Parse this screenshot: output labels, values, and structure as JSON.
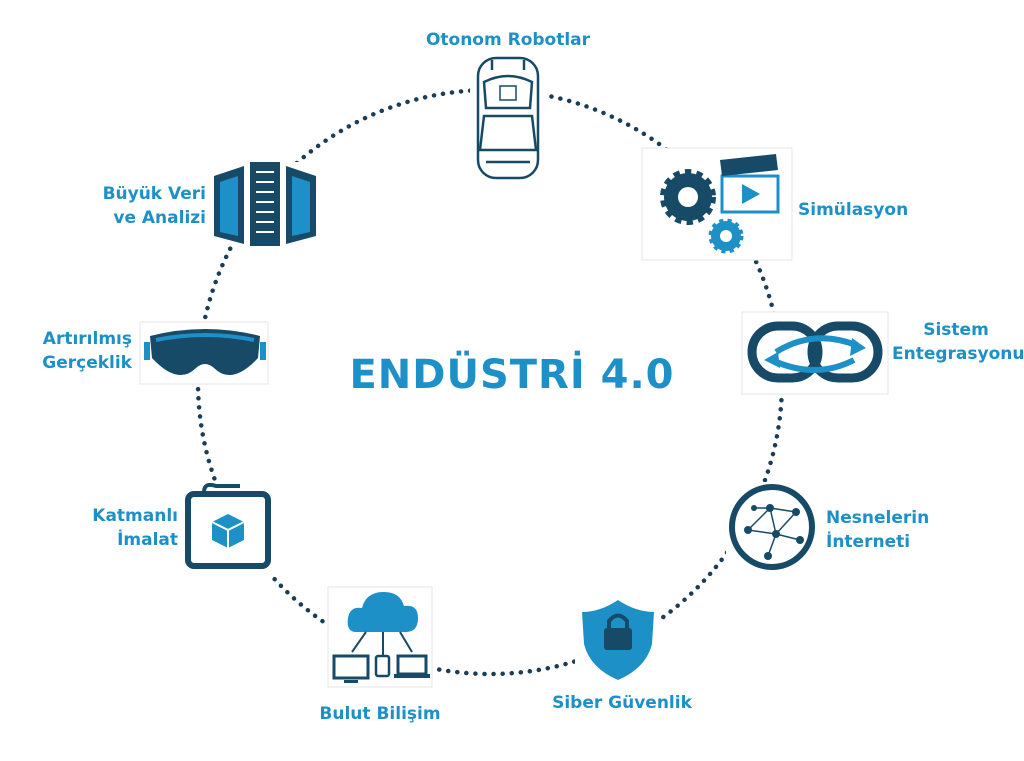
{
  "title": "ENDÜSTRİ 4.0",
  "colors": {
    "accent": "#1e90c8",
    "dark": "#164a66",
    "dots": "#1b3d55"
  },
  "nodes": [
    {
      "id": "otonom",
      "icon": "autonomous-car-icon",
      "lines": [
        "Otonom Robotlar"
      ]
    },
    {
      "id": "simulasyon",
      "icon": "gears-clapperboard-icon",
      "lines": [
        "Simülasyon"
      ]
    },
    {
      "id": "sistem",
      "icon": "chain-link-arrows-icon",
      "lines": [
        "Sistem",
        "Entegrasyonu"
      ]
    },
    {
      "id": "nesneler",
      "icon": "network-globe-icon",
      "lines": [
        "Nesnelerin",
        "İnterneti"
      ]
    },
    {
      "id": "siber",
      "icon": "shield-lock-icon",
      "lines": [
        "Siber Güvenlik"
      ]
    },
    {
      "id": "bulut",
      "icon": "cloud-devices-icon",
      "lines": [
        "Bulut Bilişim"
      ]
    },
    {
      "id": "katmanli",
      "icon": "3d-printer-icon",
      "lines": [
        "Katmanlı",
        "İmalat"
      ]
    },
    {
      "id": "artirilmis",
      "icon": "vr-headset-icon",
      "lines": [
        "Artırılmış",
        "Gerçeklik"
      ]
    },
    {
      "id": "buyuk",
      "icon": "server-racks-icon",
      "lines": [
        "Büyük Veri",
        "ve Analizi"
      ]
    }
  ]
}
